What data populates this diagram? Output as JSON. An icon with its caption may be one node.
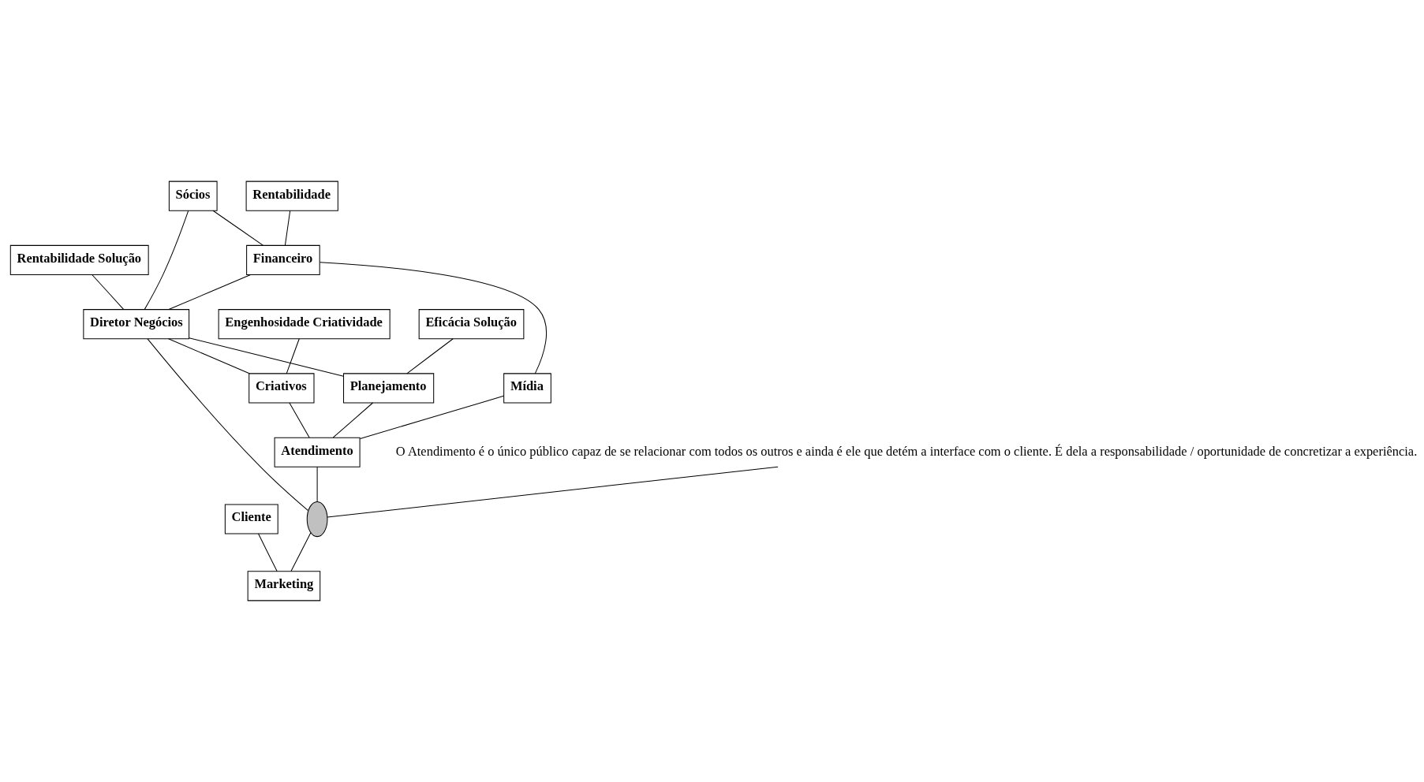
{
  "diagram": {
    "nodes": [
      {
        "text": [
          "Rentabilidade"
        ]
      },
      {
        "text": [
          "Sócios"
        ]
      },
      {
        "text": [
          "Rentabilidade Solução"
        ]
      },
      {
        "text": [
          "Financeiro"
        ]
      },
      {
        "text": [
          "Diretor Negócios"
        ]
      },
      {
        "text": [
          "Planejamento"
        ]
      },
      {
        "text": [
          "Cliente"
        ]
      },
      {
        "text": [
          "Eficácia Solução"
        ]
      },
      {
        "text": [
          "Mídia"
        ]
      },
      {
        "text": [
          "Atendimento"
        ]
      },
      {
        "text": [],
        "shape": "ellipse"
      },
      {
        "text": [
          "Marketing"
        ]
      },
      {
        "text": [
          "Criativos"
        ]
      },
      {
        "text": [
          "Engenhosidade Criatividade"
        ]
      },
      {
        "text": [
          "O Atendimento é o único público capaz de se relacionar com todos os outros e ainda é ele que detém a interface com o cliente. É dela a responsabilidade / oportunidade de concretizar a experiência."
        ]
      }
    ],
    "edges": [
      {
        "from": 0,
        "to": 3,
        "arrow": "none"
      },
      {
        "from": 1,
        "to": 3,
        "arrow": "none"
      },
      {
        "from": 1,
        "to": 4,
        "arrow": "none"
      },
      {
        "from": 2,
        "to": 4,
        "arrow": "none"
      },
      {
        "from": 3,
        "to": 4,
        "arrow": "none"
      },
      {
        "from": 4,
        "to": 10,
        "arrow": "none"
      },
      {
        "from": 4,
        "to": 5,
        "arrow": "none"
      },
      {
        "from": 4,
        "to": 12,
        "arrow": "none"
      },
      {
        "from": 5,
        "to": 9,
        "arrow": "none"
      },
      {
        "from": 3,
        "to": 8,
        "arrow": "none"
      },
      {
        "from": 7,
        "to": 5,
        "arrow": "none"
      },
      {
        "from": 8,
        "to": 9,
        "arrow": "none"
      },
      {
        "from": 9,
        "to": 10,
        "arrow": "none"
      },
      {
        "from": 10,
        "to": 11,
        "arrow": "none"
      },
      {
        "from": 6,
        "to": 11,
        "arrow": "none"
      },
      {
        "from": 12,
        "to": 9,
        "arrow": "none"
      },
      {
        "from": 13,
        "to": 12,
        "arrow": "none"
      },
      {
        "from": 14,
        "to": 10,
        "arrow": "none"
      }
    ]
  }
}
